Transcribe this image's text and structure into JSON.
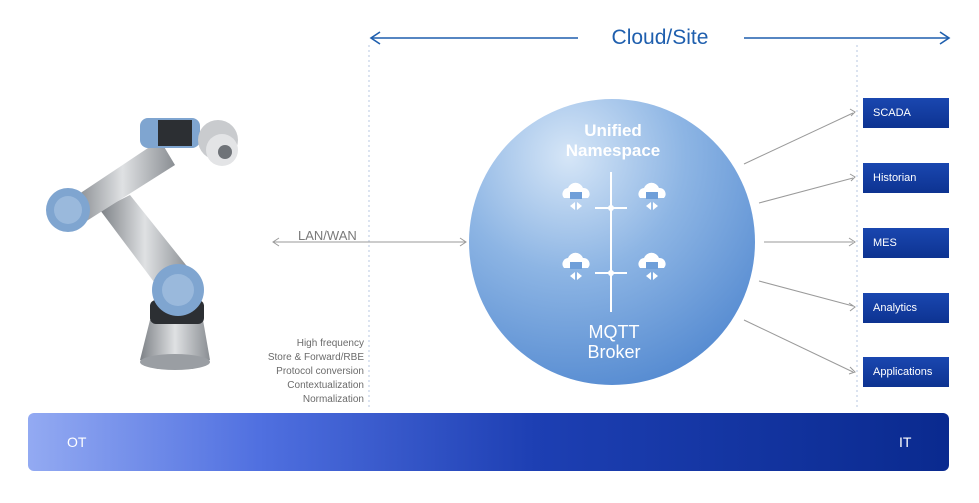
{
  "header": {
    "scope_label": "Cloud/Site"
  },
  "left": {
    "link_label": "LAN/WAN",
    "features": [
      "High frequency",
      "Store & Forward/RBE",
      "Protocol conversion",
      "Contextualization",
      "Normalization"
    ]
  },
  "hub": {
    "title_line1": "Unified",
    "title_line2": "Namespace",
    "broker_line1": "MQTT",
    "broker_line2": "Broker"
  },
  "it_systems": [
    "SCADA",
    "Historian",
    "MES",
    "Analytics",
    "Applications"
  ],
  "bottom_bar": {
    "ot_label": "OT",
    "it_label": "IT"
  },
  "icons": [
    "robot-arm-image",
    "factory-icon",
    "cloud-lightning-icon",
    "cloud-node-icon"
  ],
  "colors": {
    "accent_blue": "#1f5fae",
    "box_blue": "#1a47b0",
    "bar_dark": "#0a2a8f",
    "bar_light": "#93aaf2"
  }
}
